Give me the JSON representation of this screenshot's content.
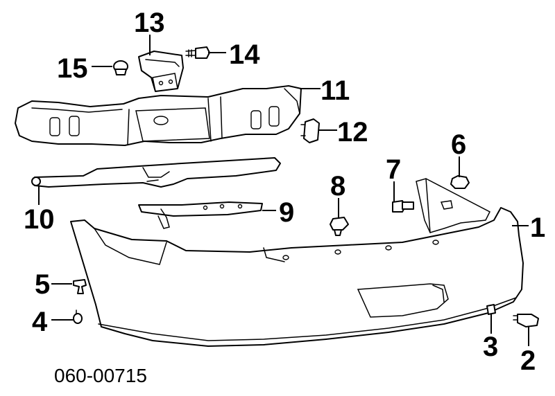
{
  "callouts": {
    "c1": "1",
    "c2": "2",
    "c3": "3",
    "c4": "4",
    "c5": "5",
    "c6": "6",
    "c7": "7",
    "c8": "8",
    "c9": "9",
    "c10": "10",
    "c11": "11",
    "c12": "12",
    "c13": "13",
    "c14": "14",
    "c15": "15"
  },
  "diagram_code": "060-00715"
}
